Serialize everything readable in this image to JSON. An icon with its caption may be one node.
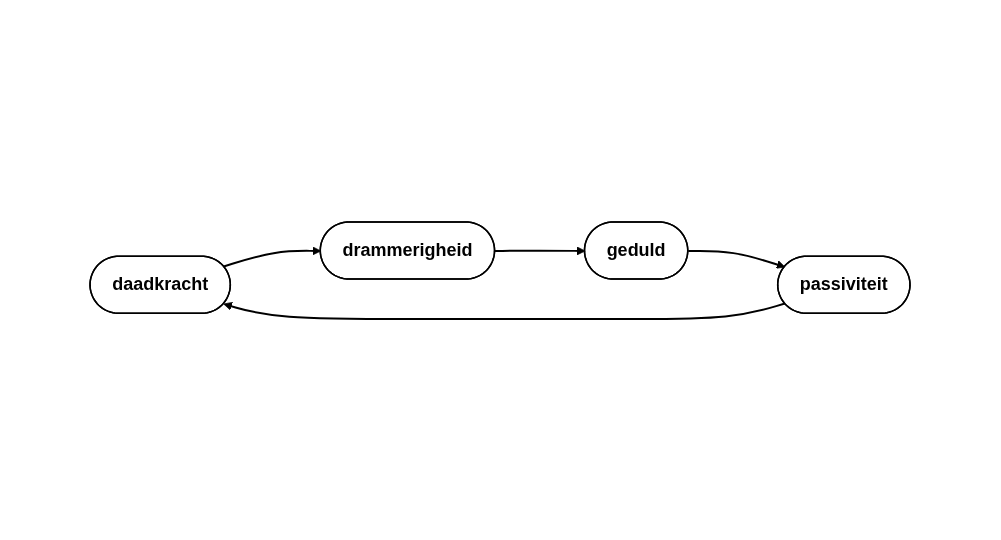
{
  "diagram": {
    "nodes": [
      {
        "text": [
          "daadkracht"
        ]
      },
      {
        "text": [
          "drammerigheid"
        ]
      },
      {
        "text": [
          "geduld"
        ]
      },
      {
        "text": [
          "passiviteit"
        ]
      }
    ],
    "edges": [
      {
        "from": 0,
        "to": 1,
        "arrow": "to"
      },
      {
        "from": 1,
        "to": 2,
        "arrow": "to"
      },
      {
        "from": 2,
        "to": 3,
        "arrow": "to"
      },
      {
        "from": 3,
        "to": 0,
        "arrow": "to"
      }
    ]
  }
}
